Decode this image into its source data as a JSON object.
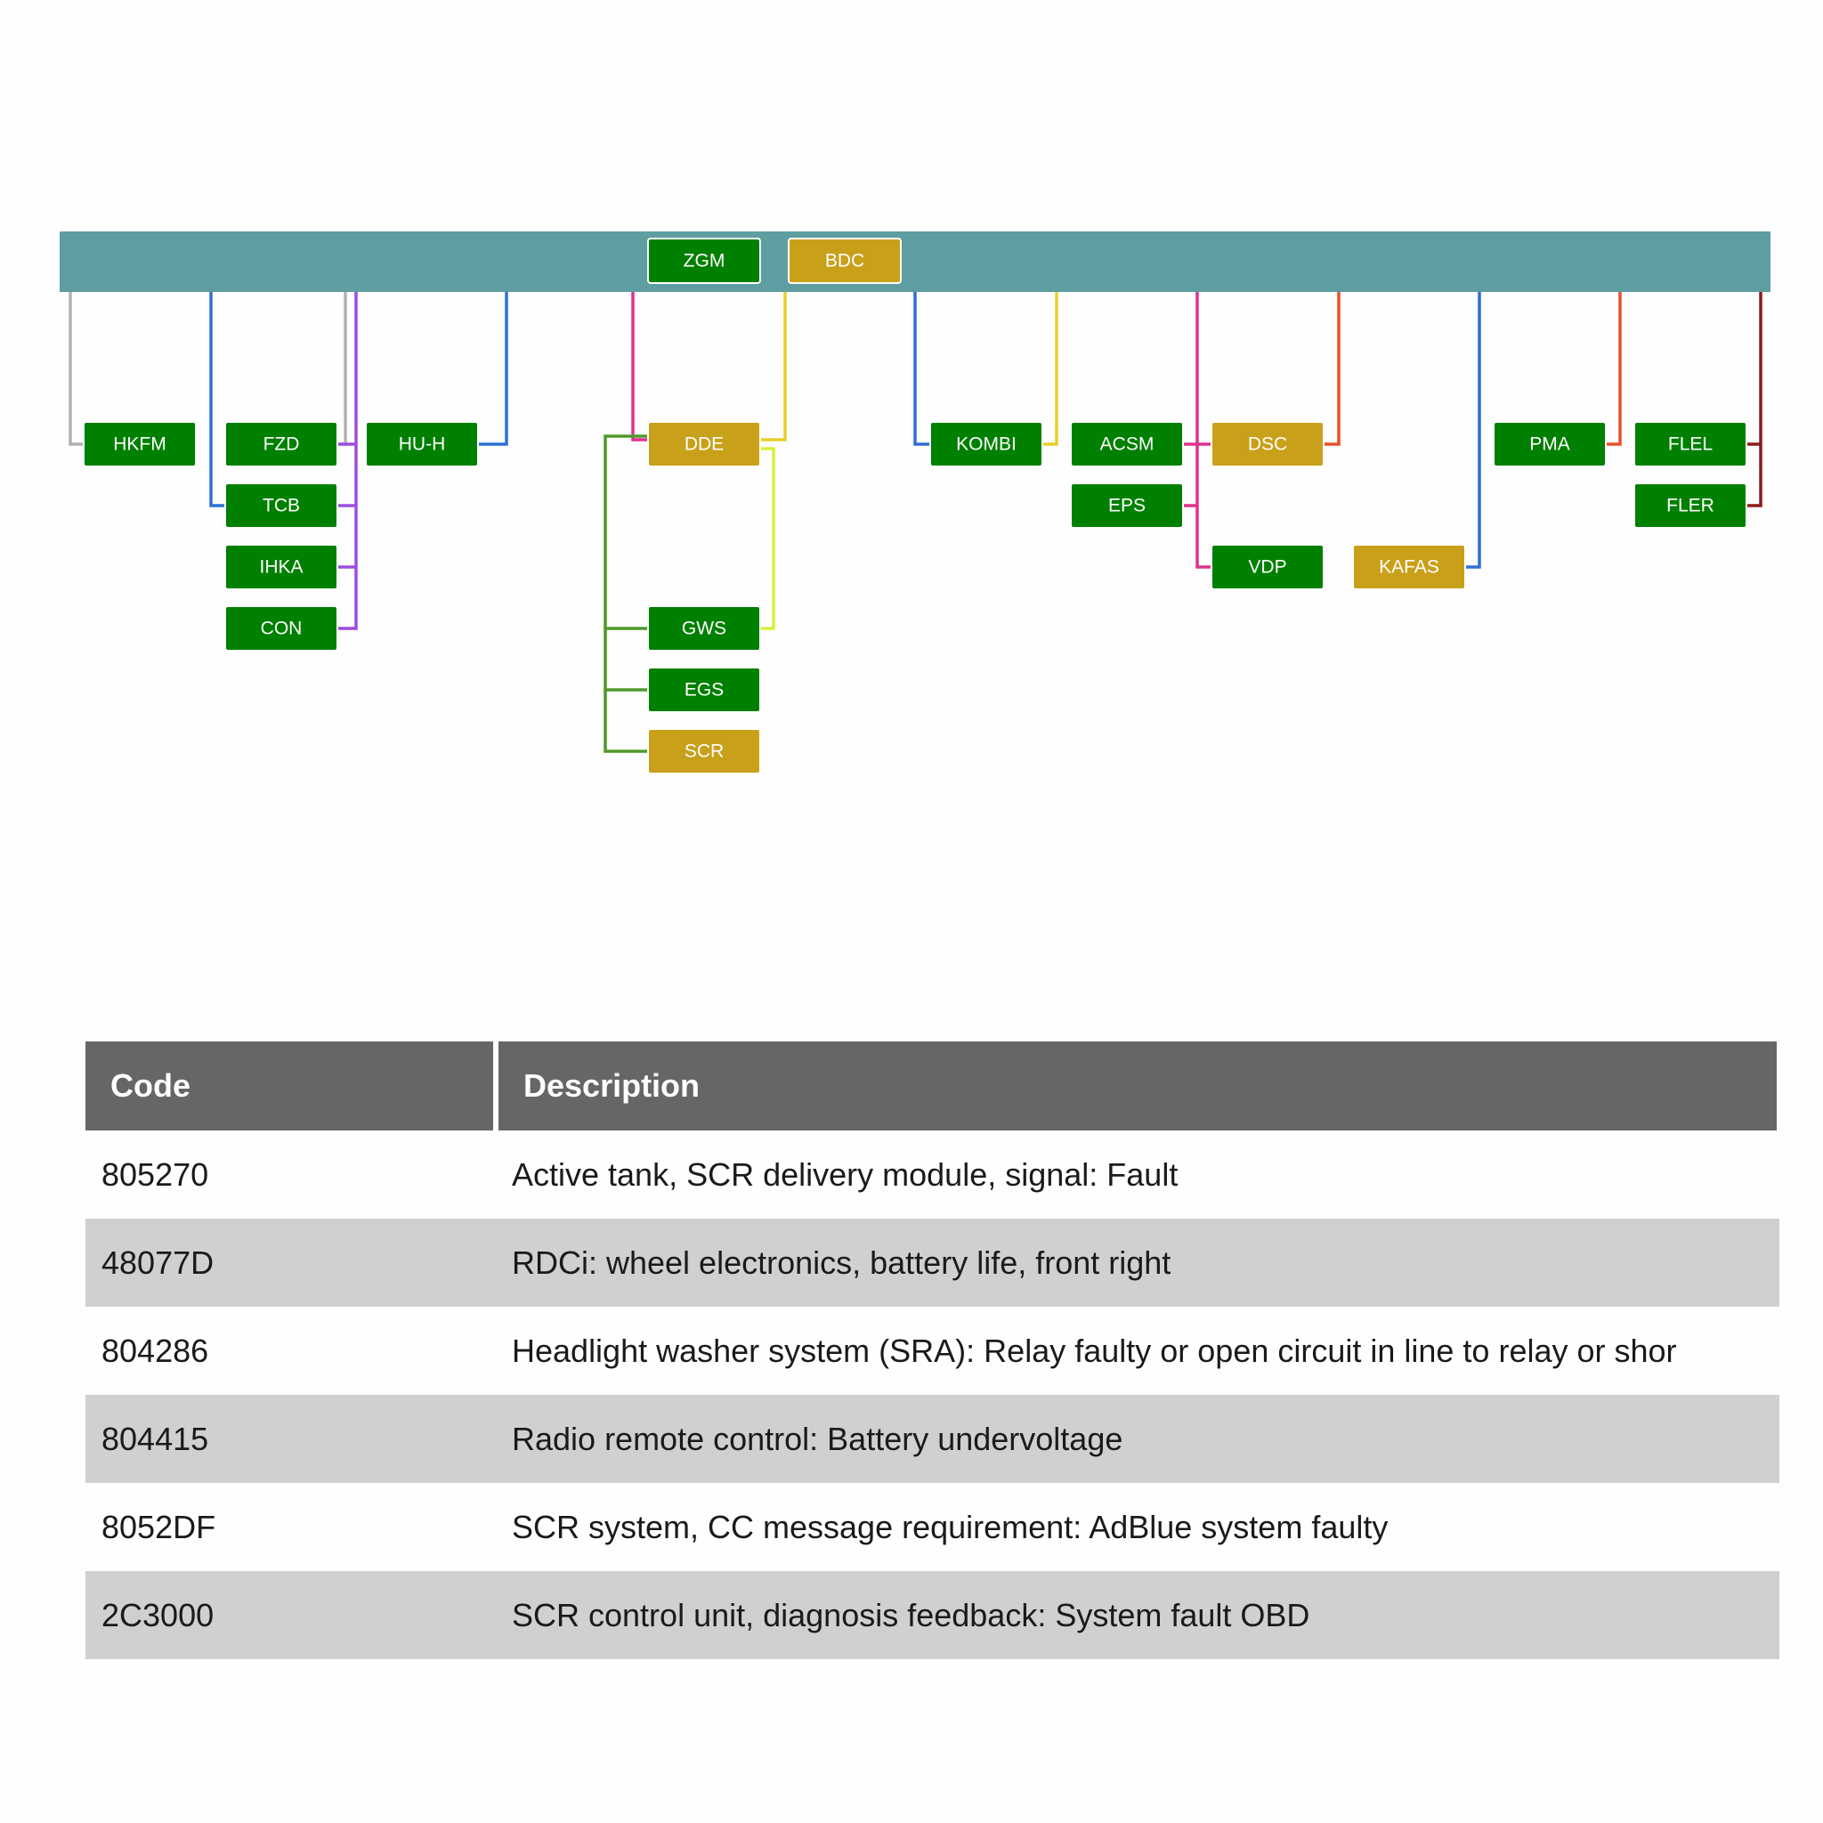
{
  "colors": {
    "bus": "#5f9ea0",
    "ok": "#008000",
    "fault": "#c9a01a",
    "header_bg": "#666666",
    "row_alt": "#d0d0d0"
  },
  "network": {
    "nodes": [
      {
        "id": "ZGM",
        "label": "ZGM",
        "status": "ok"
      },
      {
        "id": "BDC",
        "label": "BDC",
        "status": "fault"
      },
      {
        "id": "HKFM",
        "label": "HKFM",
        "status": "ok"
      },
      {
        "id": "FZD",
        "label": "FZD",
        "status": "ok"
      },
      {
        "id": "TCB",
        "label": "TCB",
        "status": "ok"
      },
      {
        "id": "IHKA",
        "label": "IHKA",
        "status": "ok"
      },
      {
        "id": "CON",
        "label": "CON",
        "status": "ok"
      },
      {
        "id": "HU-H",
        "label": "HU-H",
        "status": "ok"
      },
      {
        "id": "DDE",
        "label": "DDE",
        "status": "fault"
      },
      {
        "id": "GWS",
        "label": "GWS",
        "status": "ok"
      },
      {
        "id": "EGS",
        "label": "EGS",
        "status": "ok"
      },
      {
        "id": "SCR",
        "label": "SCR",
        "status": "fault"
      },
      {
        "id": "KOMBI",
        "label": "KOMBI",
        "status": "ok"
      },
      {
        "id": "ACSM",
        "label": "ACSM",
        "status": "ok"
      },
      {
        "id": "EPS",
        "label": "EPS",
        "status": "ok"
      },
      {
        "id": "DSC",
        "label": "DSC",
        "status": "fault"
      },
      {
        "id": "VDP",
        "label": "VDP",
        "status": "ok"
      },
      {
        "id": "KAFAS",
        "label": "KAFAS",
        "status": "fault"
      },
      {
        "id": "PMA",
        "label": "PMA",
        "status": "ok"
      },
      {
        "id": "FLEL",
        "label": "FLEL",
        "status": "ok"
      },
      {
        "id": "FLER",
        "label": "FLER",
        "status": "ok"
      }
    ]
  },
  "table": {
    "headers": {
      "code": "Code",
      "description": "Description"
    },
    "rows": [
      {
        "code": "805270",
        "description": "Active tank, SCR delivery module, signal: Fault"
      },
      {
        "code": "48077D",
        "description": "RDCi: wheel electronics, battery life, front right"
      },
      {
        "code": "804286",
        "description": "Headlight washer system (SRA): Relay faulty or open circuit in line to relay or shor"
      },
      {
        "code": "804415",
        "description": "Radio remote control: Battery undervoltage"
      },
      {
        "code": "8052DF",
        "description": "SCR system, CC message requirement: AdBlue system faulty"
      },
      {
        "code": "2C3000",
        "description": "SCR control unit, diagnosis feedback: System fault OBD"
      }
    ]
  }
}
